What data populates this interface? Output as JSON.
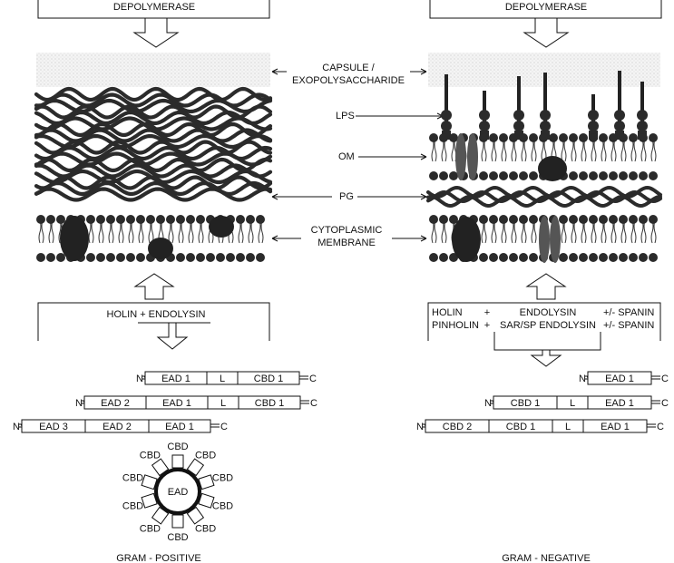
{
  "left_panel": {
    "depolymerase": "DEPOLYMERASE",
    "lysis_label": "HOLIN + ENDOLYSIN",
    "caption": "GRAM - POSITIVE",
    "constructs": [
      [
        "EAD 1",
        "L",
        "CBD 1"
      ],
      [
        "EAD 2",
        "EAD 1",
        "L",
        "CBD 1"
      ],
      [
        "EAD 3",
        "EAD 2",
        "EAD 1"
      ]
    ],
    "ring_center": "EAD",
    "ring_domain": "CBD"
  },
  "right_panel": {
    "depolymerase": "DEPOLYMERASE",
    "lysis_rows": [
      [
        "HOLIN",
        "+",
        "ENDOLYSIN",
        "+/- SPANIN"
      ],
      [
        "PINHOLIN",
        "+",
        "SAR/SP ENDOLYSIN",
        "+/- SPANIN"
      ]
    ],
    "caption": "GRAM - NEGATIVE",
    "constructs": [
      [
        "EAD 1"
      ],
      [
        "CBD 1",
        "L",
        "EAD 1"
      ],
      [
        "CBD 2",
        "CBD 1",
        "L",
        "EAD 1"
      ]
    ]
  },
  "center_labels": {
    "capsule": [
      "CAPSULE /",
      "EXOPOLYSACCHARIDE"
    ],
    "lps": "LPS",
    "om": "OM",
    "pg": "PG",
    "membrane": [
      "CYTOPLASMIC",
      "MEMBRANE"
    ]
  },
  "terminals": {
    "n": "N",
    "c": "C"
  }
}
